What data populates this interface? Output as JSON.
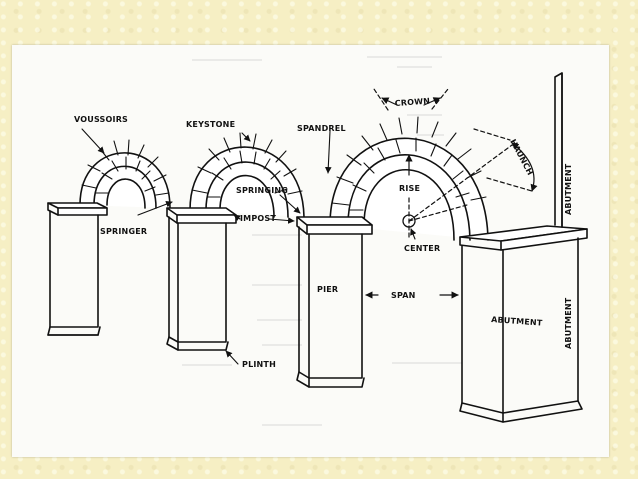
{
  "labels": {
    "voussoirs": "VOUSSOIRS",
    "keystone": "KEYSTONE",
    "spandrel": "SPANDREL",
    "crown": "CROWN",
    "haunch": "HAUNCH",
    "abutment_upper": "ABUTMENT",
    "springer": "SPRINGER",
    "springing": "SPRINGING",
    "impost": "IMPOST",
    "rise": "RISE",
    "center": "CENTER",
    "pier": "PIER",
    "span": "SPAN",
    "abutment_block": "ABUTMENT",
    "abutment_lower": "ABUTMENT",
    "plinth": "PLINTH"
  },
  "colors": {
    "page_background": "#f6efc4",
    "slide": "#fbfbf8",
    "ink": "#111111"
  }
}
